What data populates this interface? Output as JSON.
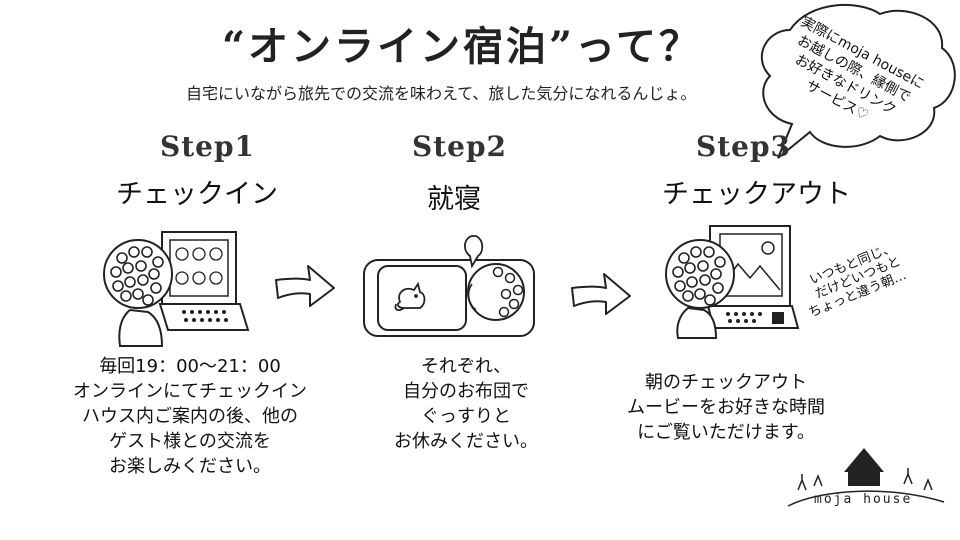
{
  "header": {
    "title": "“オンライン宿泊”って？",
    "subtitle": "自宅にいながら旅先での交流を味わえて、旅した気分になれるんじょ。"
  },
  "bubble": {
    "lines": [
      "実際にmoja houseに",
      "お越しの際、縁側で",
      "お好きなドリンク",
      "サービス♡"
    ]
  },
  "steps": [
    {
      "label": "Step1",
      "title": "チェックイン",
      "desc": [
        "毎回19：00〜21：00",
        "オンラインにてチェックイン",
        "ハウス内ご案内の後、他の",
        "ゲスト様との交流を",
        "お楽しみください。"
      ]
    },
    {
      "label": "Step2",
      "title": "就寝",
      "desc": [
        "それぞれ、",
        "自分のお布団で",
        "ぐっすりと",
        "お休みください。"
      ]
    },
    {
      "label": "Step3",
      "title": "チェックアウト",
      "desc": [
        "朝のチェックアウト",
        "ムービーをお好きな時間",
        "にご覧いただけます。"
      ]
    }
  ],
  "note": {
    "lines": [
      "いつもと同じ、",
      "だけどいつもと",
      "ちょっと違う朝…"
    ]
  },
  "logo": {
    "text": "moja house"
  }
}
